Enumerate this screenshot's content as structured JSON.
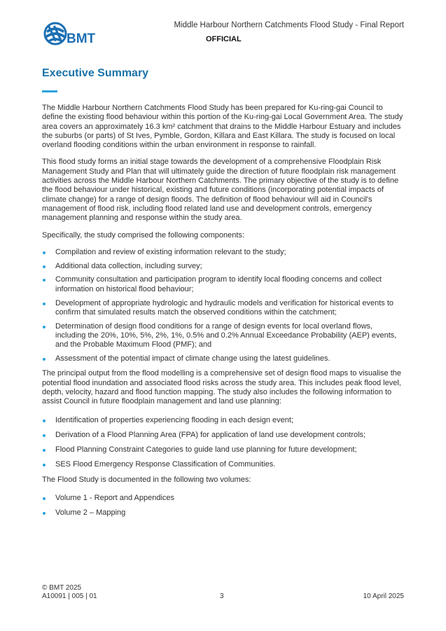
{
  "header": {
    "logo_text": "BMT",
    "doc_title": "Middle Harbour Northern Catchments Flood Study - Final Report",
    "classification": "OFFICIAL"
  },
  "section": {
    "title": "Executive Summary"
  },
  "intro_paragraphs": [
    "The Middle Harbour Northern Catchments Flood Study has been prepared for Ku-ring-gai Council to define the existing flood behaviour within this portion of the Ku-ring-gai Local Government Area. The study area covers an approximately 16.3 km² catchment that drains to the Middle Harbour Estuary and includes the suburbs (or parts) of St Ives, Pymble, Gordon, Killara and East Killara. The study is focused on local overland flooding conditions within the urban environment in response to rainfall.",
    "This flood study forms an initial stage towards the development of a comprehensive Floodplain Risk Management Study and Plan that will ultimately guide the direction of future floodplain risk management activities across the Middle Harbour Northern Catchments. The primary objective of the study is to define the flood behaviour under historical, existing and future conditions (incorporating potential impacts of climate change) for a range of design floods. The definition of flood behaviour will aid in Council's management of flood risk, including flood related land use and development controls, emergency management planning and response within the study area.",
    "Specifically, the study comprised the following components:"
  ],
  "components": [
    "Compilation and review of existing information relevant to the study;",
    "Additional data collection, including survey;",
    "Community consultation and participation program to identify local flooding concerns and collect information on historical flood behaviour;",
    "Development of appropriate hydrologic and hydraulic models and verification for historical events to confirm that simulated results match the observed conditions within the catchment;",
    "Determination of design flood conditions for a range of design events for local overland flows, including the 20%, 10%, 5%, 2%, 1%, 0.5% and 0.2% Annual Exceedance Probability (AEP) events, and the Probable Maximum Flood (PMF); and",
    "Assessment of the potential impact of climate change using the latest guidelines."
  ],
  "output_paragraph": "The principal output from the flood modelling is a comprehensive set of design flood maps to visualise the potential flood inundation and associated flood risks across the study area. This includes peak flood level, depth, velocity, hazard and flood function mapping. The study also includes the following information to assist Council in future floodplain management and land use planning:",
  "outputs": [
    "Identification of properties experiencing flooding in each design event;",
    "Derivation of a Flood Planning Area (FPA) for application of land use development controls;",
    "Flood Planning Constraint Categories to guide land use planning for future development;",
    "SES Flood Emergency Response Classification of Communities."
  ],
  "volumes_intro": "The Flood Study is documented in the following two volumes:",
  "volumes": [
    "Volume 1 - Report and Appendices",
    "Volume 2 – Mapping"
  ],
  "footer": {
    "copyright": "© BMT 2025",
    "doc_ref": "A10091 | 005 | 01",
    "page_number": "3",
    "date": "10 April 2025"
  },
  "colors": {
    "title_blue": "#1873a8",
    "accent_blue": "#2aa4dc",
    "logo_blue": "#1c6fb3"
  }
}
